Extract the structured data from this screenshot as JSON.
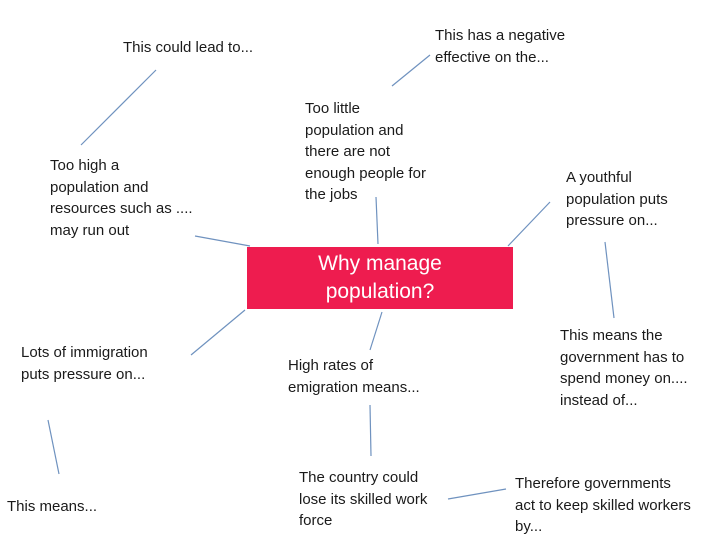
{
  "center": {
    "title": "Why manage\npopulation?"
  },
  "notes": {
    "lead_to": "This could lead to...",
    "negative_effect": "This has a negative\neffective on the...",
    "too_little": "Too little\npopulation and\nthere are not\nenough people for\nthe jobs",
    "too_high": "Too high a\npopulation and\nresources such as ....\nmay run out",
    "youthful": "A youthful\npopulation puts\npressure on...",
    "immigration": "Lots of immigration\nputs pressure on...",
    "emigration": "High rates of\nemigration means...",
    "government_spend": "This means the\ngovernment has to\nspend money on....\ninstead of...",
    "this_means": "This means...",
    "skilled_force": "The country could\nlose its skilled work\nforce",
    "governments_act": "Therefore governments\nact to keep skilled workers\nby..."
  },
  "colors": {
    "center_fill": "#ee1c4f",
    "connector": "#6f92bf"
  }
}
